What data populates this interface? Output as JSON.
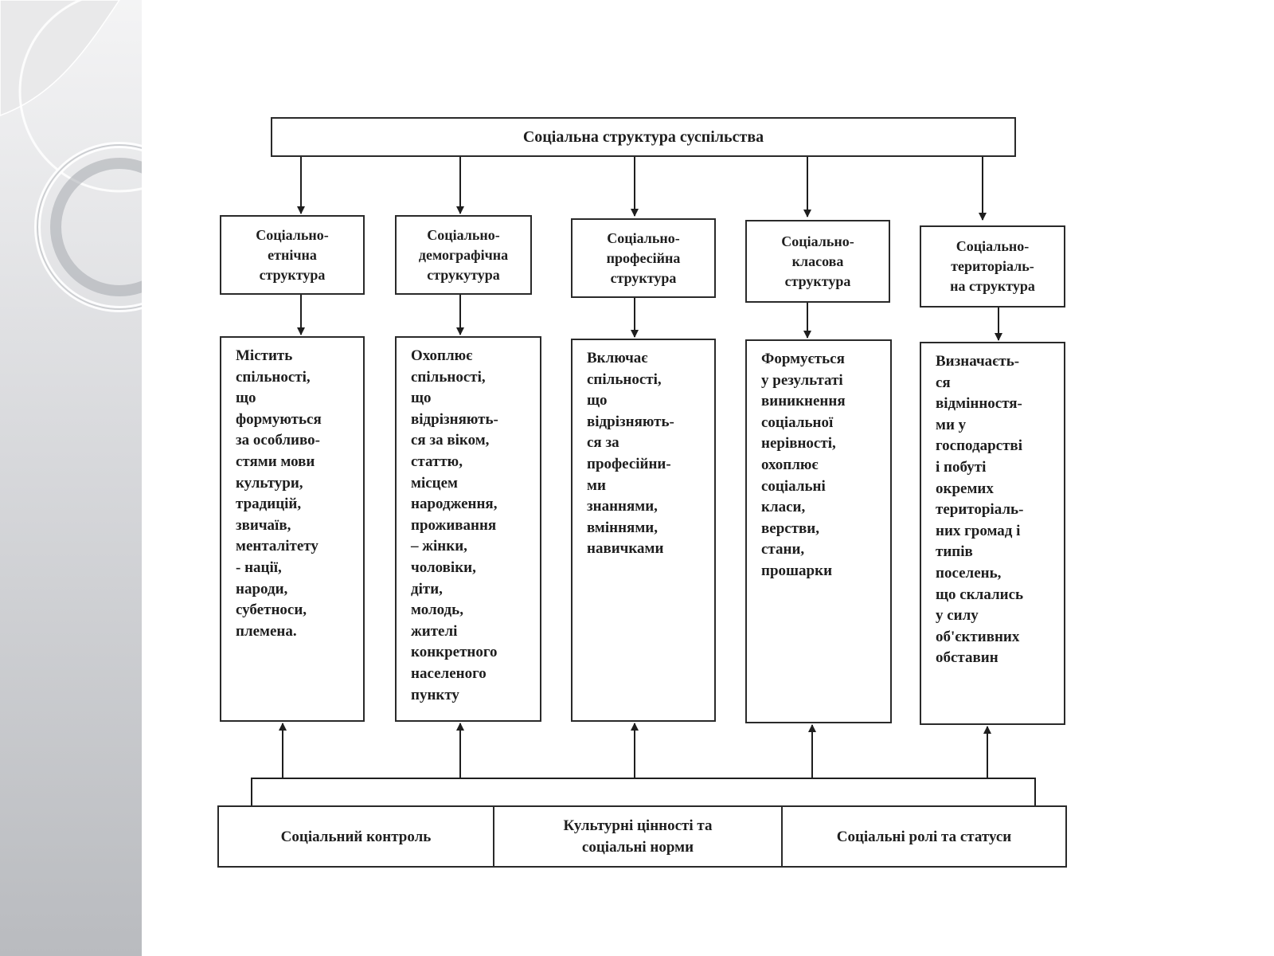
{
  "diagram": {
    "title": "Соціальна структура суспільства",
    "structures": [
      {
        "heading": "Соціально-\nетнічна\nструктура",
        "description": "Містить\nспільності,\nщо\nформуються\nза особливо-\nстями мови\nкультури,\nтрадицій,\nзвичаїв,\nменталітету\n- нації,\nнароди,\nсубетноси,\nплемена."
      },
      {
        "heading": "Соціально-\nдемографічна\nструкутура",
        "description": "Охоплює\nспільності,\nщо\nвідрізняють-\nся за віком,\nстаттю,\nмісцем\nнародження,\nпроживання\n– жінки,\nчоловіки,\nдіти,\nмолодь,\nжителі\nконкретного\nнаселеного\nпункту"
      },
      {
        "heading": "Соціально-\nпрофесійна\nструктура",
        "description": "Включає\nспільності,\nщо\nвідрізняють-\nся за\nпрофесійни-\nми\nзнаннями,\nвміннями,\nнавичками"
      },
      {
        "heading": "Соціально-\nкласова\nструктура",
        "description": "Формується\nу результаті\nвиникнення\nсоціальної\nнерівності,\nохоплює\nсоціальні\nкласи,\nверстви,\nстани,\nпрошарки"
      },
      {
        "heading": "Соціально-\nтериторіаль-\nна структура",
        "description": "Визначаєть-\nся\nвідмінностя-\nми у\nгосподарстві\nі побуті\nокремих\nтериторіаль-\nних громад і\nтипів\nпоселень,\nщо склались\nу силу\nоб'єктивних\nобставин"
      }
    ],
    "factors": [
      "Соціальний контроль",
      "Культурні цінності та\nсоціальні норми",
      "Соціальні ролі та статуси"
    ]
  }
}
